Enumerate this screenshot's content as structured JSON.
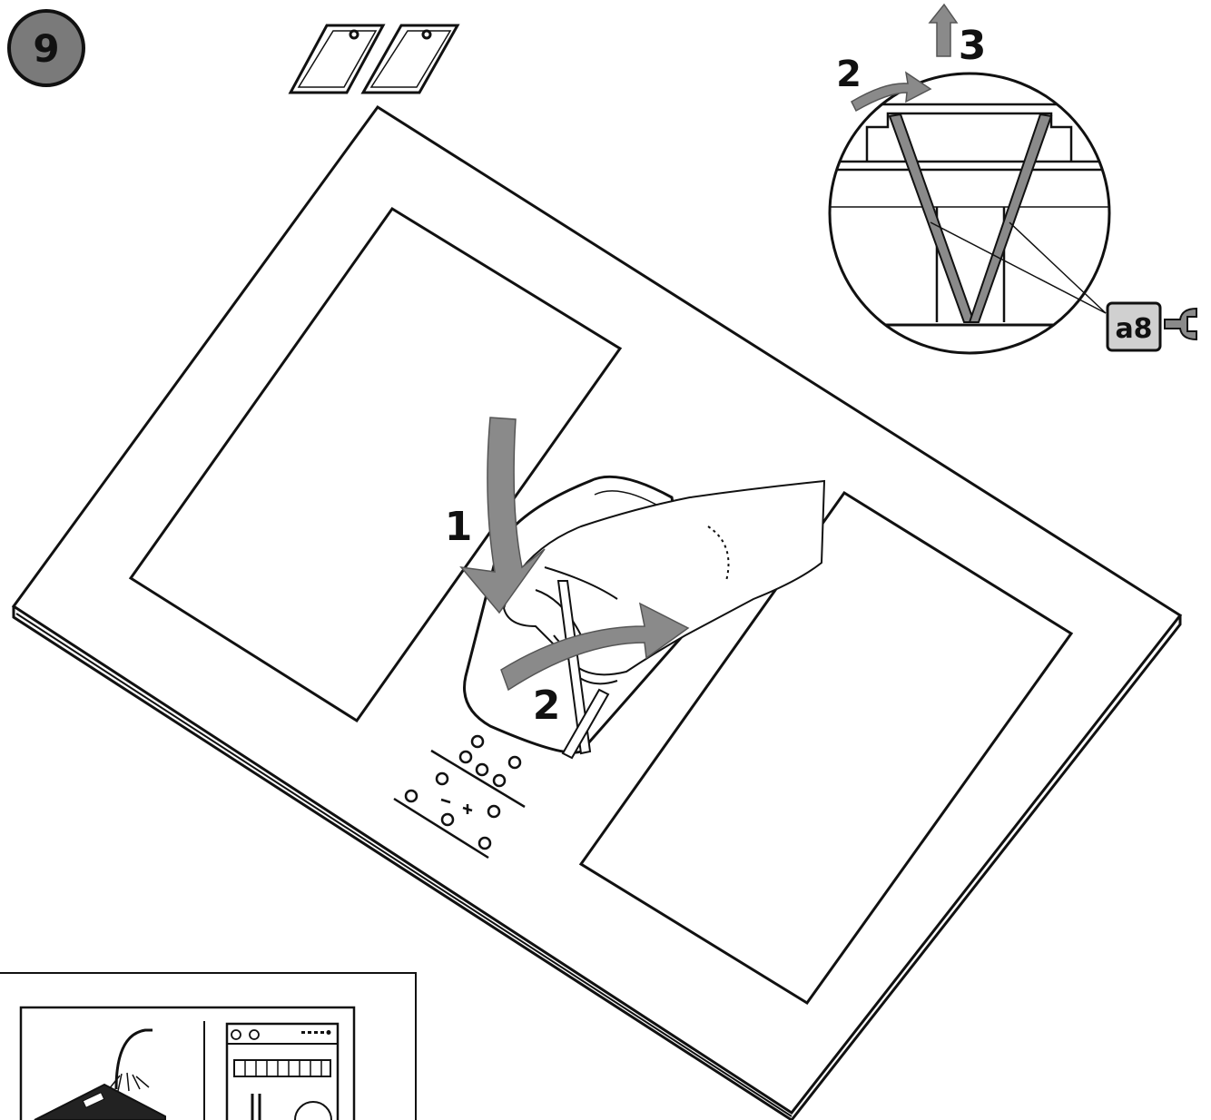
{
  "step": {
    "number": "9"
  },
  "callouts": {
    "main_push": "1",
    "main_rotate": "2",
    "detail_rotate": "2",
    "detail_lift": "3"
  },
  "tool": {
    "label": "a8",
    "icon": "wrench-icon"
  },
  "colors": {
    "line": "#111111",
    "arrow": "#8a8a8a",
    "step_badge": "#7a7a7a",
    "tool_box": "#d0d0d0"
  }
}
